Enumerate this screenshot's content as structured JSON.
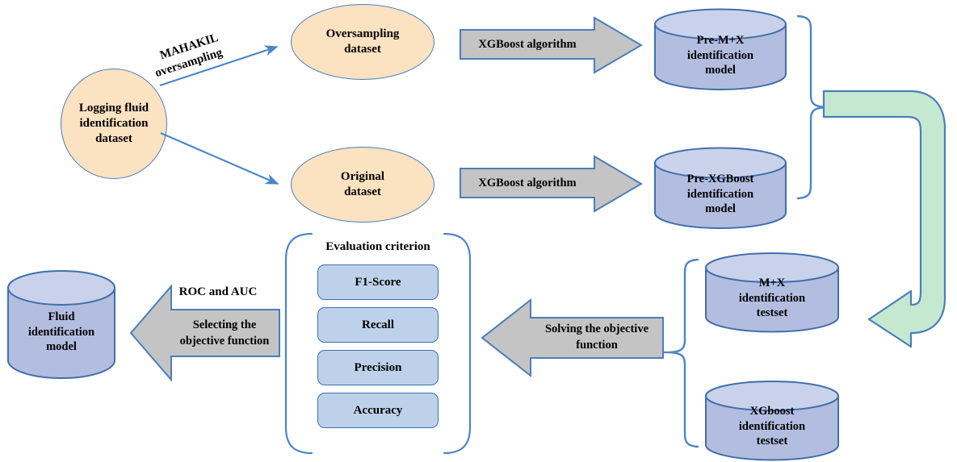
{
  "diagram": {
    "title": "Logging fluid identification workflow with MAHAKIL oversampling and XGBoost",
    "colors": {
      "ellipse_fill": "#fbe2c0",
      "ellipse_stroke": "#4a7ebb",
      "cylinder_body": "#b3bddf",
      "cylinder_top": "#c9d2ea",
      "cylinder_stroke": "#3f6fac",
      "gray_arrow_fill": "#c4c4c4",
      "gray_arrow_stroke": "#4a7ebb",
      "green_arrow_fill": "#c5e8d1",
      "green_arrow_stroke": "#4a7ebb",
      "metric_fill": "#bdd2ea",
      "metric_stroke": "#3f6fac",
      "connector_blue": "#4a86c8"
    },
    "nodes": {
      "source_dataset": "Logging fluid\nidentification\ndataset",
      "oversampling_dataset": "Oversampling\ndataset",
      "original_dataset": "Original\ndataset",
      "pre_mx_model": "Pre-M+X\nidentification\nmodel",
      "pre_xgboost_model": "Pre-XGBoost\nidentification\nmodel",
      "mx_testset": "M+X\nidentification\ntestset",
      "xgboost_testset": "XGboost\nidentification\ntestset",
      "fluid_model": "Fluid\nidentification\nmodel"
    },
    "arrows": {
      "mahakil_line1": "MAHAKIL",
      "mahakil_line2": "oversampling",
      "xgboost_top": "XGBoost algorithm",
      "xgboost_bottom": "XGBoost algorithm",
      "solving": "Solving the objective\nfunction",
      "selecting": "Selecting the\nobjective function",
      "roc_auc": "ROC and AUC"
    },
    "evaluation": {
      "title": "Evaluation criterion",
      "metrics": [
        {
          "label": "F1-Score"
        },
        {
          "label": "Recall"
        },
        {
          "label": "Precision"
        },
        {
          "label": "Accuracy"
        }
      ]
    }
  }
}
